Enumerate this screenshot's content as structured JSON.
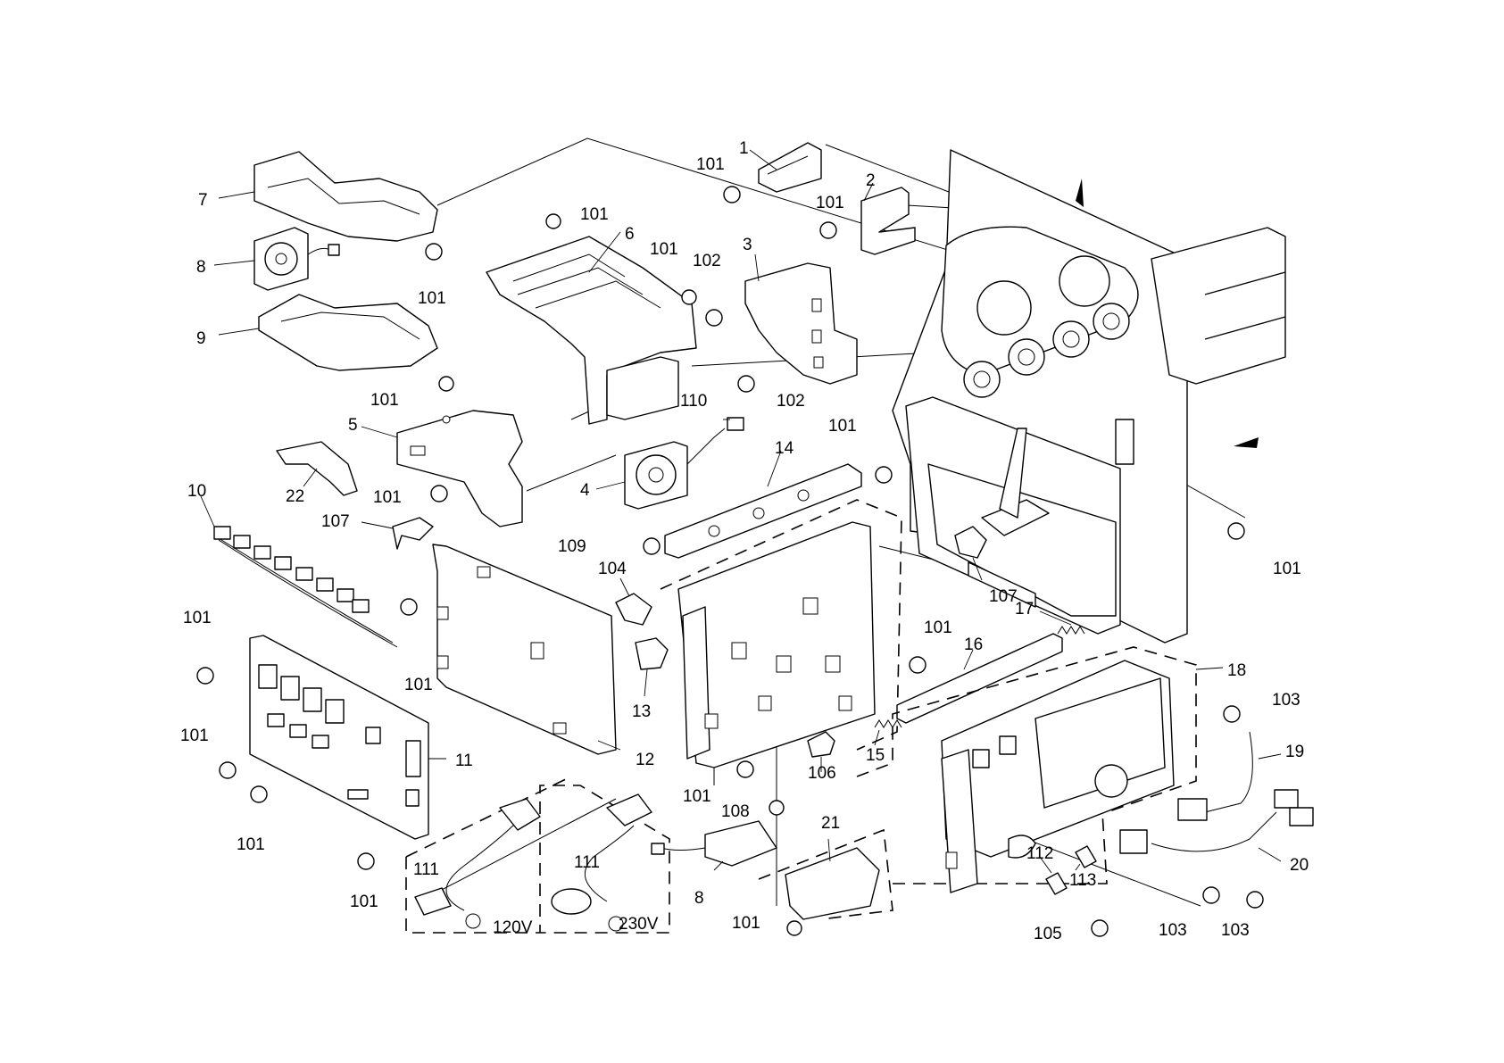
{
  "diagram": {
    "labels": [
      {
        "id": "l1",
        "text": "1"
      },
      {
        "id": "l2",
        "text": "2"
      },
      {
        "id": "l3",
        "text": "3"
      },
      {
        "id": "l4",
        "text": "4"
      },
      {
        "id": "l5",
        "text": "5"
      },
      {
        "id": "l6",
        "text": "6"
      },
      {
        "id": "l7",
        "text": "7"
      },
      {
        "id": "l8a",
        "text": "8"
      },
      {
        "id": "l8b",
        "text": "8"
      },
      {
        "id": "l9",
        "text": "9"
      },
      {
        "id": "l10",
        "text": "10"
      },
      {
        "id": "l11",
        "text": "11"
      },
      {
        "id": "l12",
        "text": "12"
      },
      {
        "id": "l13",
        "text": "13"
      },
      {
        "id": "l14",
        "text": "14"
      },
      {
        "id": "l15",
        "text": "15"
      },
      {
        "id": "l16",
        "text": "16"
      },
      {
        "id": "l17",
        "text": "17"
      },
      {
        "id": "l18",
        "text": "18"
      },
      {
        "id": "l19",
        "text": "19"
      },
      {
        "id": "l20",
        "text": "20"
      },
      {
        "id": "l21",
        "text": "21"
      },
      {
        "id": "l22",
        "text": "22"
      },
      {
        "id": "l101a",
        "text": "101"
      },
      {
        "id": "l101b",
        "text": "101"
      },
      {
        "id": "l101c",
        "text": "101"
      },
      {
        "id": "l101d",
        "text": "101"
      },
      {
        "id": "l101e",
        "text": "101"
      },
      {
        "id": "l101f",
        "text": "101"
      },
      {
        "id": "l101g",
        "text": "101"
      },
      {
        "id": "l101h",
        "text": "101"
      },
      {
        "id": "l101i",
        "text": "101"
      },
      {
        "id": "l101j",
        "text": "101"
      },
      {
        "id": "l101k",
        "text": "101"
      },
      {
        "id": "l101l",
        "text": "101"
      },
      {
        "id": "l101m",
        "text": "101"
      },
      {
        "id": "l101n",
        "text": "101"
      },
      {
        "id": "l101o",
        "text": "101"
      },
      {
        "id": "l101p",
        "text": "101"
      },
      {
        "id": "l101q",
        "text": "101"
      },
      {
        "id": "l102a",
        "text": "102"
      },
      {
        "id": "l102b",
        "text": "102"
      },
      {
        "id": "l103a",
        "text": "103"
      },
      {
        "id": "l103b",
        "text": "103"
      },
      {
        "id": "l103c",
        "text": "103"
      },
      {
        "id": "l104",
        "text": "104"
      },
      {
        "id": "l105",
        "text": "105"
      },
      {
        "id": "l106",
        "text": "106"
      },
      {
        "id": "l107a",
        "text": "107"
      },
      {
        "id": "l107b",
        "text": "107"
      },
      {
        "id": "l108",
        "text": "108"
      },
      {
        "id": "l109",
        "text": "109"
      },
      {
        "id": "l110",
        "text": "110"
      },
      {
        "id": "l111a",
        "text": "111"
      },
      {
        "id": "l111b",
        "text": "111"
      },
      {
        "id": "l112",
        "text": "112"
      },
      {
        "id": "l113",
        "text": "113"
      },
      {
        "id": "l120v",
        "text": "120V"
      },
      {
        "id": "l230v",
        "text": "230V"
      }
    ]
  }
}
